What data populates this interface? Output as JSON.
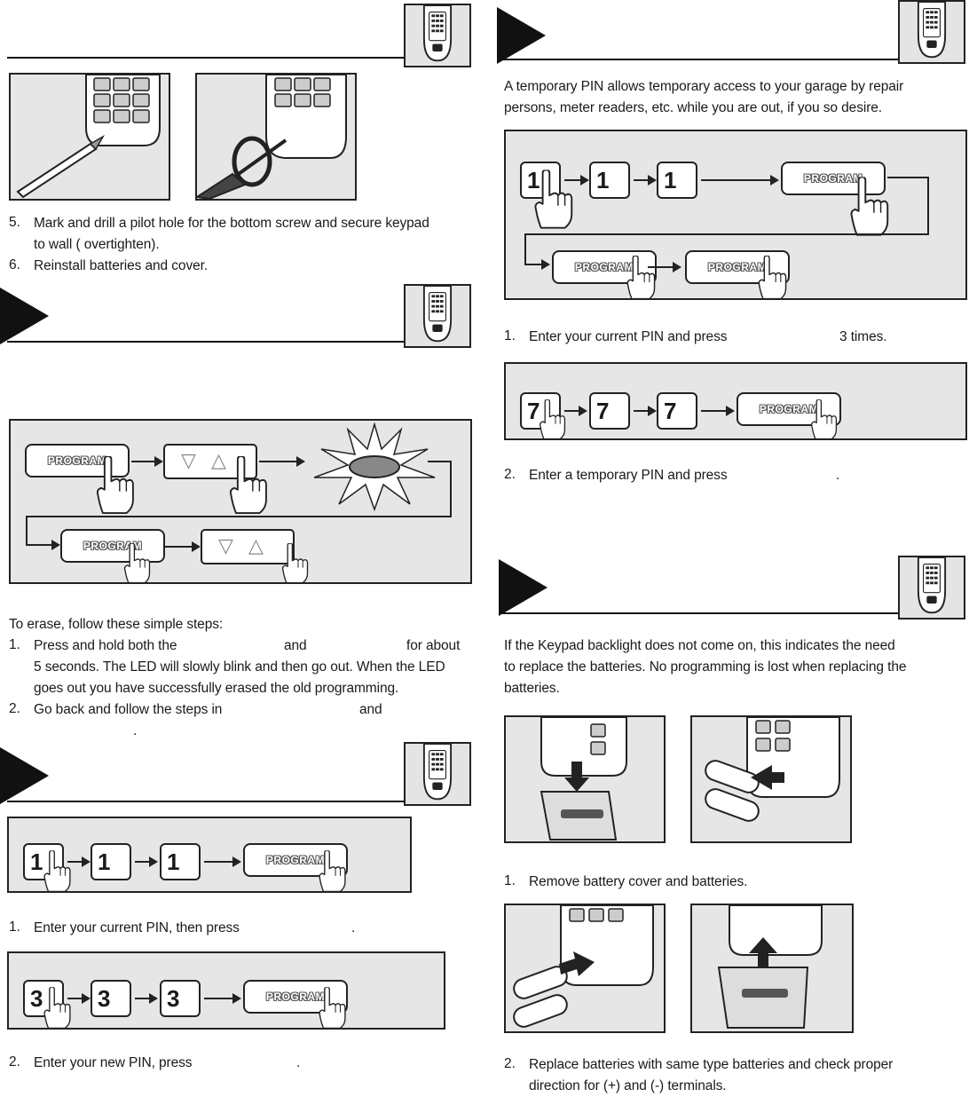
{
  "left_top": {
    "step5_num": "5.",
    "step5_line1": "Mark and drill a pilot hole for the bottom screw and secure keypad",
    "step5_line2": "to wall (            overtighten).",
    "step6_num": "6.",
    "step6": "Reinstall batteries and cover."
  },
  "erase": {
    "program_label": "PROGRAM",
    "program_label2": "PROGRAM",
    "intro": "To erase, follow these simple steps:",
    "step1_num": "1.",
    "step1_a": "Press and hold both the",
    "step1_and": "and",
    "step1_b": "for about",
    "step1_line2": "5 seconds.  The LED will slowly blink and then go out. When the LED",
    "step1_line3": "goes out you have successfully erased the old programming.",
    "step2_num": "2.",
    "step2_a": "Go back and follow the steps in",
    "step2_and": "and",
    "step2_end": "."
  },
  "change_pin": {
    "keys1": [
      "1",
      "1",
      "1"
    ],
    "keys2": [
      "3",
      "3",
      "3"
    ],
    "program_label": "PROGRAM",
    "step1_num": "1.",
    "step1": "Enter your current PIN, then press",
    "step1_end": ".",
    "step2_num": "2.",
    "step2": "Enter your new PIN, press",
    "step2_end": "."
  },
  "temp_pin": {
    "intro_line1": "A temporary PIN allows temporary access to your garage by repair",
    "intro_line2": "persons, meter readers, etc. while you are out, if you so desire.",
    "keys1": [
      "1",
      "1",
      "1"
    ],
    "keys2": [
      "7",
      "7",
      "7"
    ],
    "program_label": "PROGRAM",
    "step1_num": "1.",
    "step1_a": "Enter your current PIN and press",
    "step1_b": "3 times.",
    "step2_num": "2.",
    "step2_a": "Enter a temporary PIN and press",
    "step2_end": "."
  },
  "battery": {
    "intro_line1": "If the Keypad backlight does not come on, this indicates the need",
    "intro_line2": "to replace the batteries. No programming is lost when replacing the",
    "intro_line3": "batteries.",
    "step1_num": "1.",
    "step1": "Remove battery cover and batteries.",
    "step2_num": "2.",
    "step2_line1": "Replace batteries with same type batteries and check proper",
    "step2_line2": "direction for (+) and (-) terminals."
  }
}
